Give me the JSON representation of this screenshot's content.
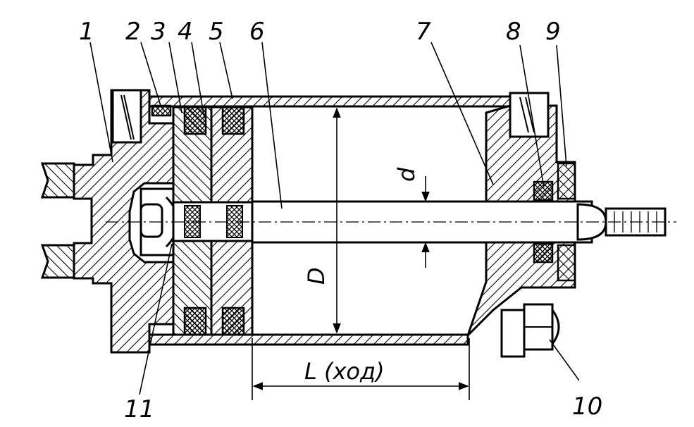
{
  "labels": {
    "l1": "1",
    "l2": "2",
    "l3": "3",
    "l4": "4",
    "l5": "5",
    "l6": "6",
    "l7": "7",
    "l8": "8",
    "l9": "9",
    "l10": "10",
    "l11": "11"
  },
  "dimensions": {
    "rod_diameter": "d",
    "bore_diameter": "D",
    "stroke": "L (ход)"
  }
}
